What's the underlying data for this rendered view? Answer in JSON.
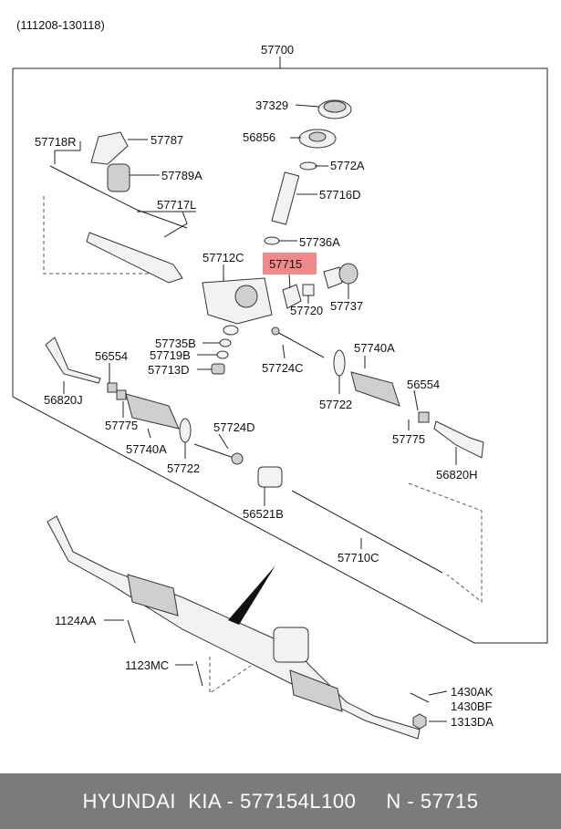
{
  "date_range": "(111208-130118)",
  "assembly_number": "57700",
  "highlight_color": "#f08a8a",
  "labels": {
    "p37329": "37329",
    "p56856": "56856",
    "p57718R": "57718R",
    "p57787": "57787",
    "p57789A": "57789A",
    "p5772A": "5772A",
    "p57716D": "57716D",
    "p57717L": "57717L",
    "p57736A": "57736A",
    "p57712C": "57712C",
    "p57715": "57715",
    "p57737": "57737",
    "p57720": "57720",
    "p57735B": "57735B",
    "p57719B": "57719B",
    "p57713D": "57713D",
    "p56554_left": "56554",
    "p56820J": "56820J",
    "p57724C": "57724C",
    "p57740A_right": "57740A",
    "p57722_right": "57722",
    "p56554_right": "56554",
    "p57775_right": "57775",
    "p56820H": "56820H",
    "p57775_left": "57775",
    "p57740A_left": "57740A",
    "p57724D": "57724D",
    "p57722_left": "57722",
    "p56521B": "56521B",
    "p57710C": "57710C",
    "p1124AA": "1124AA",
    "p1123MC": "1123MC",
    "p1430AK": "1430AK",
    "p1430BF": "1430BF",
    "p1313DA": "1313DA"
  },
  "footer": {
    "text": "HYUNDAI  KIA - 577154L100     N - 57715"
  }
}
